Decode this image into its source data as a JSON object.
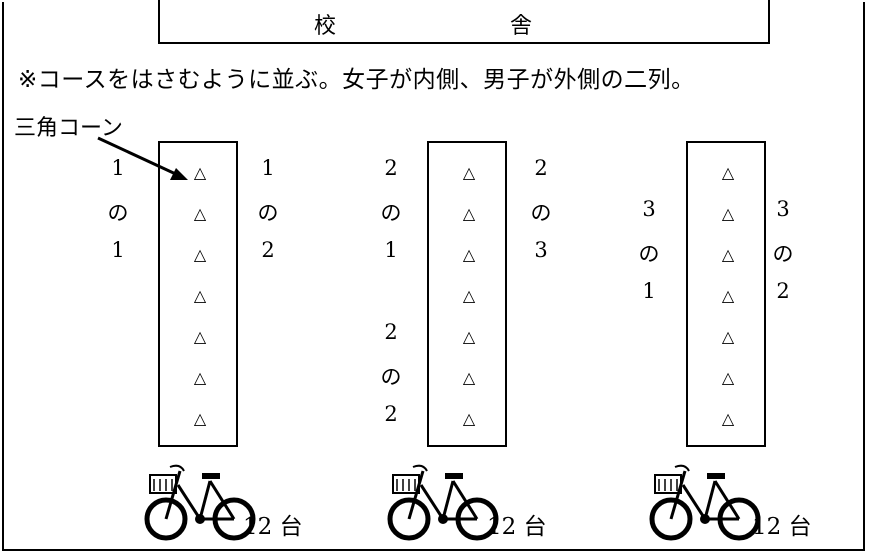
{
  "building": {
    "char1": "校",
    "char2": "舎"
  },
  "instruction": "※コースをはさむように並ぶ。女子が内側、男子が外側の二列。",
  "cone_label": "三角コーン",
  "cone_symbol": "△",
  "courses": [
    {
      "left_labels": [
        "1",
        "の",
        "1",
        "",
        "",
        "",
        ""
      ],
      "right_labels": [
        "1",
        "の",
        "2",
        "",
        "",
        "",
        ""
      ],
      "bike_count": "12 台"
    },
    {
      "left_labels": [
        "2",
        "の",
        "1",
        "",
        "2",
        "の",
        "2"
      ],
      "right_labels": [
        "2",
        "の",
        "3",
        "",
        "",
        "",
        ""
      ],
      "bike_count": "12 台"
    },
    {
      "left_labels": [
        "",
        "3",
        "の",
        "1",
        "",
        "",
        ""
      ],
      "right_labels": [
        "",
        "3",
        "の",
        "2",
        "",
        "",
        ""
      ],
      "bike_count": "12 台"
    }
  ]
}
